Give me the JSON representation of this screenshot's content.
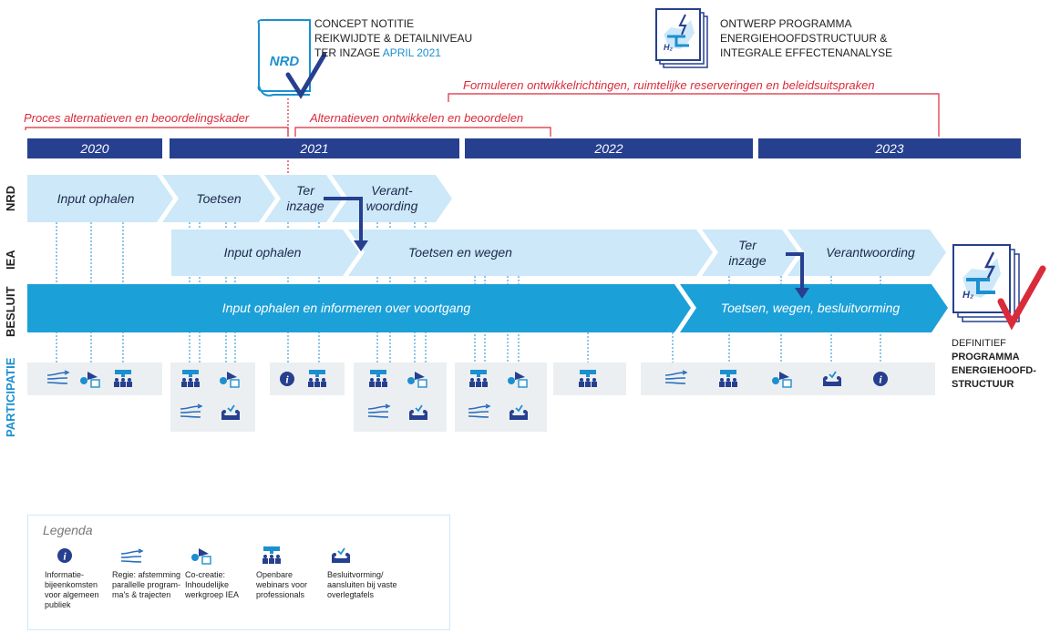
{
  "top": {
    "nrd_badge": "NRD",
    "concept_lines": [
      "CONCEPT NOTITIE",
      "REIKWIJDTE & DETAILNIVEAU"
    ],
    "concept_ter_inzage": "TER INZAGE",
    "concept_date": "APRIL 2021",
    "ontwerp_lines": [
      "ONTWERP PROGRAMMA",
      "ENERGIEHOOFDSTRUCTUUR &",
      "INTEGRALE EFFECTENANALYSE"
    ]
  },
  "red_labels": {
    "proces": "Proces alternatieven en beoordelingskader",
    "alternatieven": "Alternatieven ontwikkelen en beoordelen",
    "formuleren": "Formuleren ontwikkelrichtingen, ruimtelijke reserveringen en beleidsuitspraken"
  },
  "years": [
    "2020",
    "2021",
    "2022",
    "2023"
  ],
  "row_labels": {
    "nrd": "NRD",
    "iea": "IEA",
    "besluit": "BESLUIT",
    "participatie": "PARTICIPATIE"
  },
  "nrd_phases": [
    "Input ophalen",
    "Toetsen",
    "Ter inzage",
    "Verant-woording"
  ],
  "iea_phases": [
    "Input ophalen",
    "Toetsen en wegen",
    "Ter inzage",
    "Verantwoording"
  ],
  "besluit_phases": [
    "Input ophalen en informeren over voortgang",
    "Toetsen, wegen, besluitvorming"
  ],
  "final": {
    "line1": "DEFINITIEF",
    "line2": "PROGRAMMA",
    "line3": "ENERGIEHOOFD-",
    "line4": "STRUCTUUR"
  },
  "legend": {
    "title": "Legenda",
    "items": [
      "Informatie-bijeenkomsten voor algemeen publiek",
      "Regie: afstemming parallelle program-ma's & trajecten",
      "Co-creatie: Inhoudelijke werkgroep IEA",
      "Openbare webinars voor professionals",
      "Besluitvorming/ aansluiten bij vaste overlegtafels"
    ]
  },
  "colors": {
    "navy": "#263f8f",
    "red": "#d92b3a",
    "light_blue": "#cde8f8",
    "mid_blue": "#1ca0d8",
    "accent_blue": "#1c8fd0"
  }
}
